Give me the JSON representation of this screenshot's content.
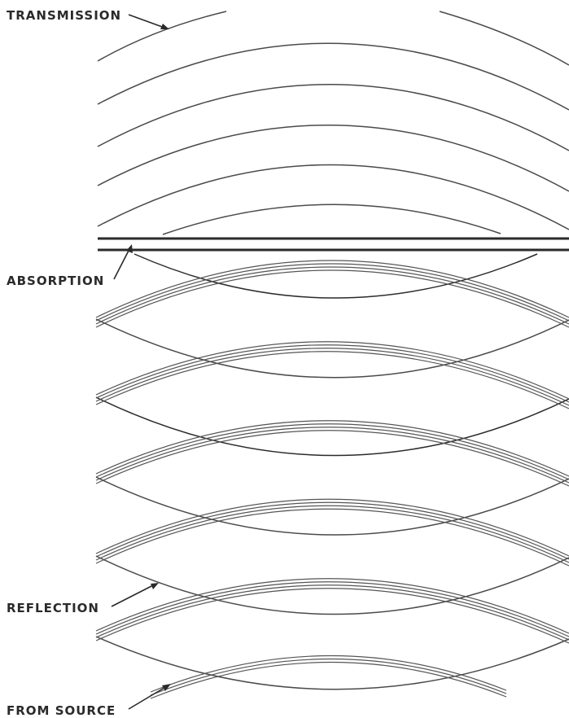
{
  "labels": {
    "transmission": "TRANSMISSION",
    "absorption": "ABSORPTION",
    "reflection": "REFLECTION",
    "from_source": "FROM SOURCE"
  },
  "colors": {
    "background": "#ffffff",
    "ink": "#2a2a2a"
  }
}
